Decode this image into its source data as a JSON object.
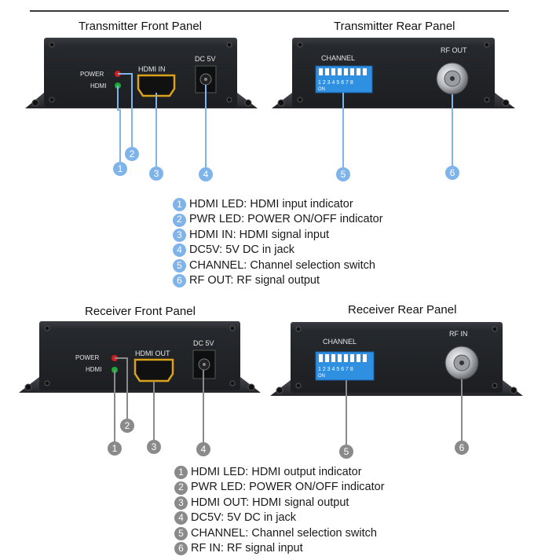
{
  "sections": {
    "transmitter": {
      "front_title": "Transmitter Front Panel",
      "rear_title": "Transmitter Rear Panel",
      "front_labels": {
        "power": "POWER",
        "hdmi": "HDMI",
        "port": "HDMI IN",
        "dc": "DC 5V"
      },
      "rear_labels": {
        "channel": "CHANNEL",
        "rf": "RF OUT",
        "dip_numbers": "1 2 3 4 5 6 7 8",
        "dip_on": "ON"
      },
      "callouts": [
        "1",
        "2",
        "3",
        "4",
        "5",
        "6"
      ],
      "legend": [
        {
          "num": "1",
          "text": "HDMI LED: HDMI input indicator"
        },
        {
          "num": "2",
          "text": "PWR LED: POWER ON/OFF indicator"
        },
        {
          "num": "3",
          "text": "HDMI IN: HDMI signal input"
        },
        {
          "num": "4",
          "text": "DC5V: 5V DC in jack"
        },
        {
          "num": "5",
          "text": "CHANNEL: Channel selection switch"
        },
        {
          "num": "6",
          "text": "RF OUT: RF signal output"
        }
      ]
    },
    "receiver": {
      "front_title": "Receiver Front Panel",
      "rear_title": "Receiver Rear Panel",
      "front_labels": {
        "power": "POWER",
        "hdmi": "HDMI",
        "port": "HDMI OUT",
        "dc": "DC 5V"
      },
      "rear_labels": {
        "channel": "CHANNEL",
        "rf": "RF IN",
        "dip_numbers": "1 2 3 4 5 6 7 8",
        "dip_on": "ON"
      },
      "callouts": [
        "1",
        "2",
        "3",
        "4",
        "5",
        "6"
      ],
      "legend": [
        {
          "num": "1",
          "text": "HDMI LED: HDMI output indicator"
        },
        {
          "num": "2",
          "text": "PWR LED: POWER ON/OFF indicator"
        },
        {
          "num": "3",
          "text": "HDMI OUT: HDMI signal output"
        },
        {
          "num": "4",
          "text": "DC5V: 5V DC in jack"
        },
        {
          "num": "5",
          "text": "CHANNEL: Channel selection switch"
        },
        {
          "num": "6",
          "text": "RF IN: RF signal input"
        }
      ]
    }
  },
  "colors": {
    "transmitter_accent": "#7fb4ea",
    "receiver_accent": "#8a8a8a",
    "power_led": "#d11f1f",
    "hdmi_led": "#1fa83a",
    "switch_blue": "#2f8fe0"
  }
}
